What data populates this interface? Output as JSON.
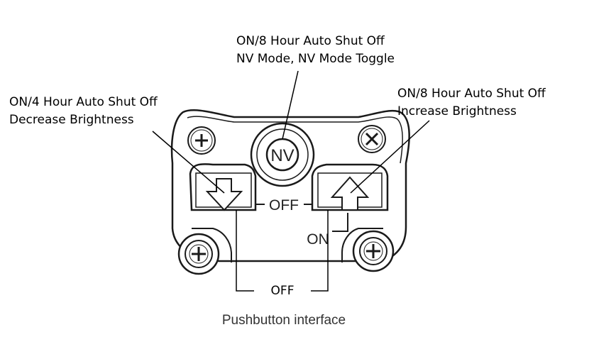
{
  "callouts": {
    "nv_button": {
      "line1": "ON/8 Hour Auto Shut Off",
      "line2": "NV Mode, NV Mode Toggle"
    },
    "down_button": {
      "line1": "ON/4 Hour Auto Shut Off",
      "line2": "Decrease Brightness"
    },
    "up_button": {
      "line1": "ON/8 Hour Auto Shut Off",
      "line2": "Increase Brightness"
    },
    "off_combo": "OFF"
  },
  "device": {
    "nv_button_text": "NV",
    "off_marking": "OFF",
    "on_marking": "ON"
  },
  "caption": "Pushbutton interface",
  "colors": {
    "ink": "#000000",
    "outline": "#1a1a1a",
    "caption": "#333333"
  },
  "icons": {
    "screw": "phillips-screw-icon",
    "down": "down-arrow-icon",
    "up": "up-arrow-icon"
  }
}
